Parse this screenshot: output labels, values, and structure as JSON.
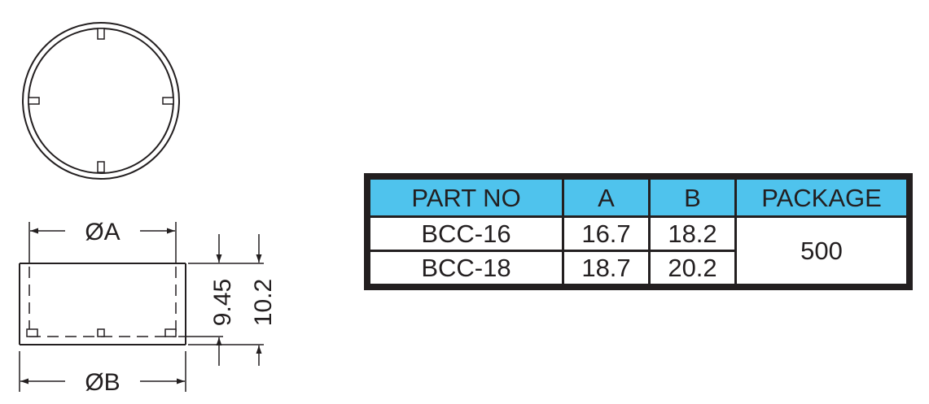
{
  "colors": {
    "line": "#231f20",
    "table_header": "#4fc3ed",
    "background": "#ffffff"
  },
  "dimensions": {
    "outer_diameter_label": "ØA",
    "inner_diameter_label": "ØB",
    "inner_height": "9.45",
    "outer_height": "10.2"
  },
  "table": {
    "headers": [
      "PART NO",
      "A",
      "B",
      "PACKAGE"
    ],
    "rows": [
      {
        "part_no": "BCC-16",
        "a": "16.7",
        "b": "18.2"
      },
      {
        "part_no": "BCC-18",
        "a": "18.7",
        "b": "20.2"
      }
    ],
    "package": "500"
  }
}
